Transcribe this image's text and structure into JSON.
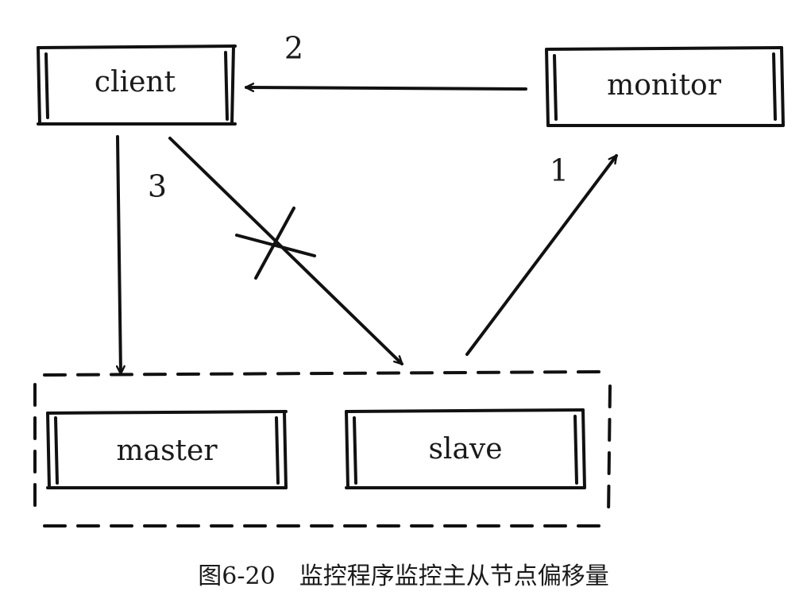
{
  "nodes": {
    "client": "client",
    "monitor": "monitor",
    "master": "master",
    "slave": "slave"
  },
  "edges": {
    "slave_to_monitor": "1",
    "monitor_to_client": "2",
    "client_to_master": "3"
  },
  "caption": "图6-20　监控程序监控主从节点偏移量"
}
